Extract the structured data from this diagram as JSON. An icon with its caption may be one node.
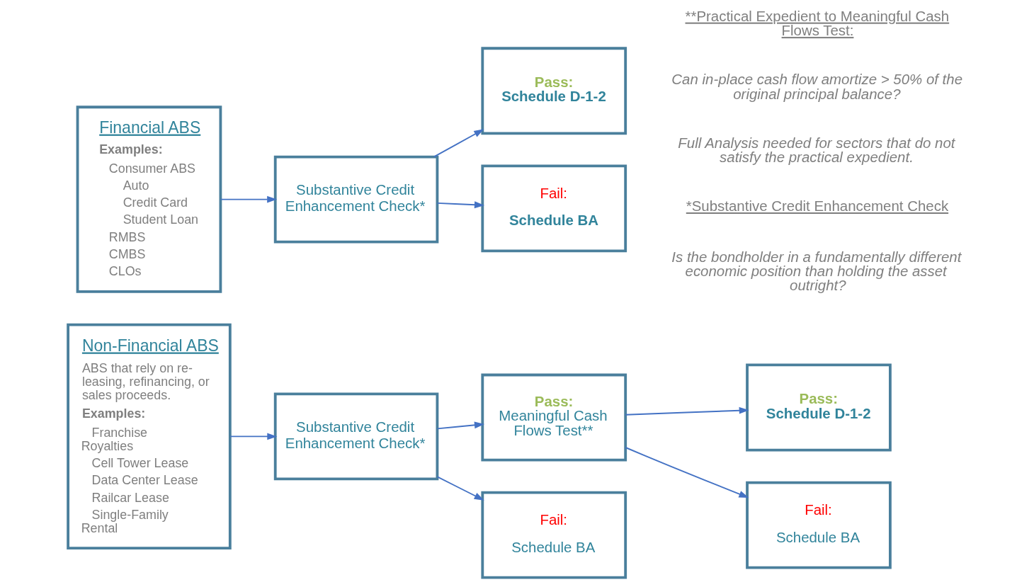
{
  "diagram": {
    "nodes": [
      {
        "text": [
          "Financial ABS",
          "Examples:",
          "Consumer ABS",
          "Auto",
          "Credit Card",
          "Student Loan",
          "RMBS",
          "CMBS",
          "CLOs"
        ]
      },
      {
        "text": [
          "Substantive Credit Enhancement Check*"
        ]
      },
      {
        "text": [
          "Pass:",
          "Schedule D-1-2"
        ]
      },
      {
        "text": [
          "Fail:",
          "Schedule BA"
        ]
      },
      {
        "text": [
          "Non-Financial ABS",
          "ABS that rely on re-leasing, refinancing, or sales proceeds.",
          "Examples:",
          "Franchise Royalties",
          "Cell Tower Lease",
          "Data Center Lease",
          "Railcar Lease",
          "Single-Family Rental"
        ]
      },
      {
        "text": [
          "Substantive Credit Enhancement Check*"
        ]
      },
      {
        "text": [
          "Pass:",
          "Meaningful Cash Flows Test**"
        ]
      },
      {
        "text": [
          "Pass:",
          "Schedule D-1-2"
        ]
      },
      {
        "text": [
          "Fail:",
          "Schedule BA"
        ]
      },
      {
        "text": [
          "Fail:",
          "Schedule BA"
        ]
      }
    ],
    "edges": [
      {
        "from": 0,
        "to": 1,
        "arrow": "to"
      },
      {
        "from": 1,
        "to": 2,
        "arrow": "to"
      },
      {
        "from": 1,
        "to": 3,
        "arrow": "to"
      },
      {
        "from": 4,
        "to": 5,
        "arrow": "to"
      },
      {
        "from": 5,
        "to": 6,
        "arrow": "to"
      },
      {
        "from": 6,
        "to": 7,
        "arrow": "to"
      },
      {
        "from": 5,
        "to": 8,
        "arrow": "to"
      },
      {
        "from": 6,
        "to": 9,
        "arrow": "to"
      }
    ],
    "labels": [
      "*Substantive Credit Enhancement Check",
      "Is the bondholder in a fundamentally different economic position than holding the asset outright?",
      "**Practical Expedient to Meaningful Cash Flows Test:",
      "Can in-place cash flow amortize > 50% of the original principal balance?",
      "Full Analysis needed for sectors that do not satisfy the practical expedient."
    ]
  }
}
